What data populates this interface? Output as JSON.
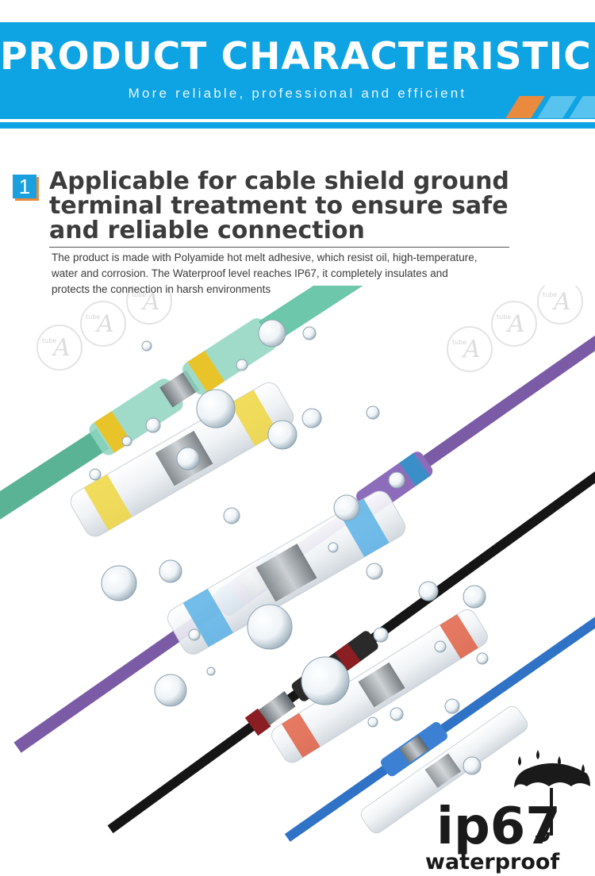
{
  "banner": {
    "title": "PRODUCT CHARACTERISTICS",
    "subtitle": "More reliable, professional and efficient",
    "colors": {
      "primary": "#0ea3e3",
      "accent": "#e98a3e",
      "light": "#58c3ee"
    }
  },
  "feature": {
    "number": "1",
    "heading_lines": [
      "Applicable for cable shield ground",
      "terminal treatment to ensure safe",
      "and reliable connection"
    ],
    "description_lines": [
      "The product is made with Polyamide hot melt adhesive, which resist oil, high-temperature,",
      "water and corrosion. The Waterproof level reaches IP67, it completely insulates and",
      "protects the connection in harsh environments"
    ]
  },
  "badge": {
    "main": "ip67",
    "sub": "waterproof",
    "icon": "umbrella-rain-icon"
  },
  "watermark": {
    "brand": "tube",
    "letter": "A"
  }
}
